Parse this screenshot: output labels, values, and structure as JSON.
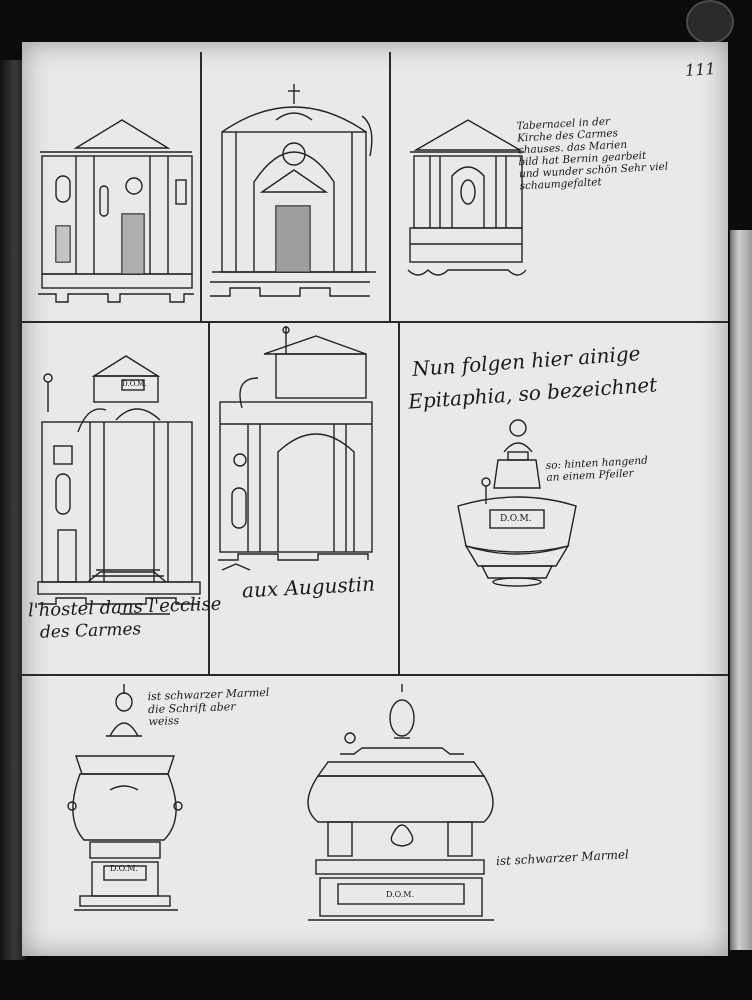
{
  "page": {
    "number": "111"
  },
  "captions": {
    "tabernacel": "Tabernacel in der\nKirche des Carmes\nchauses. das Marien\nbild hat Bernin gearbeit\nund wunder schön Sehr viel\nschaumgefaltet",
    "hostel": "l'hostel dans l'ecclise",
    "hostel_line2": "des Carmes",
    "augustin": "aux Augustin",
    "epitaphs_line1": "Nun folgen hier ainige",
    "epitaphs_line2": "Epitaphia, so bezeichnet",
    "hanging": "so: hinten hangend\nan einem Pfeiler",
    "marble_left": "ist schwarzer Marmel\ndie Schrift aber\nweiss",
    "marble_right": "ist schwarzer Marmel",
    "dom_upper": "D.O.M.",
    "dom_left": "D.O.M.",
    "dom_right": "D.O.M.",
    "banner_small": "D.O.M."
  }
}
